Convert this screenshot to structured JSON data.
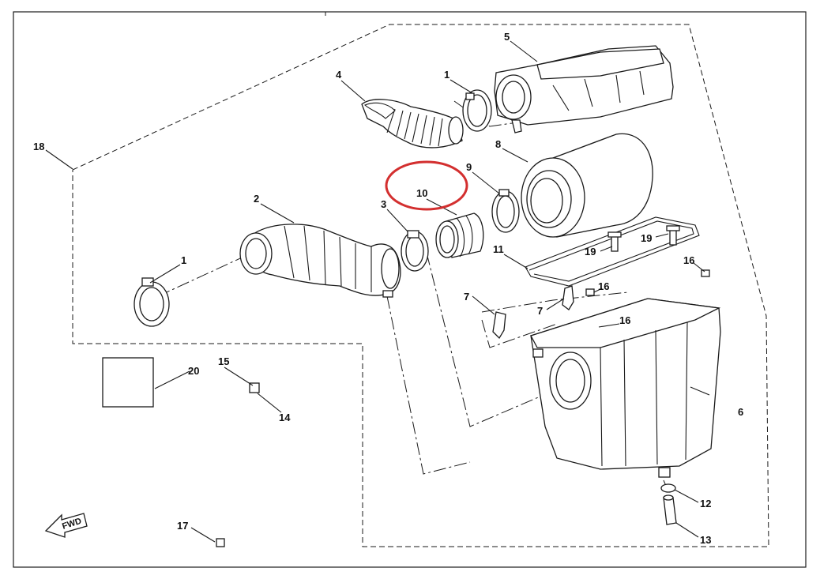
{
  "diagram": {
    "callouts": [
      "1",
      "2",
      "3",
      "4",
      "1",
      "5",
      "6",
      "7",
      "7",
      "8",
      "9",
      "10",
      "11",
      "12",
      "13",
      "14",
      "15",
      "16",
      "16",
      "16",
      "17",
      "18",
      "19",
      "19",
      "20"
    ],
    "fwd_label": "FWD",
    "highlight_color": "#d32f2f"
  }
}
